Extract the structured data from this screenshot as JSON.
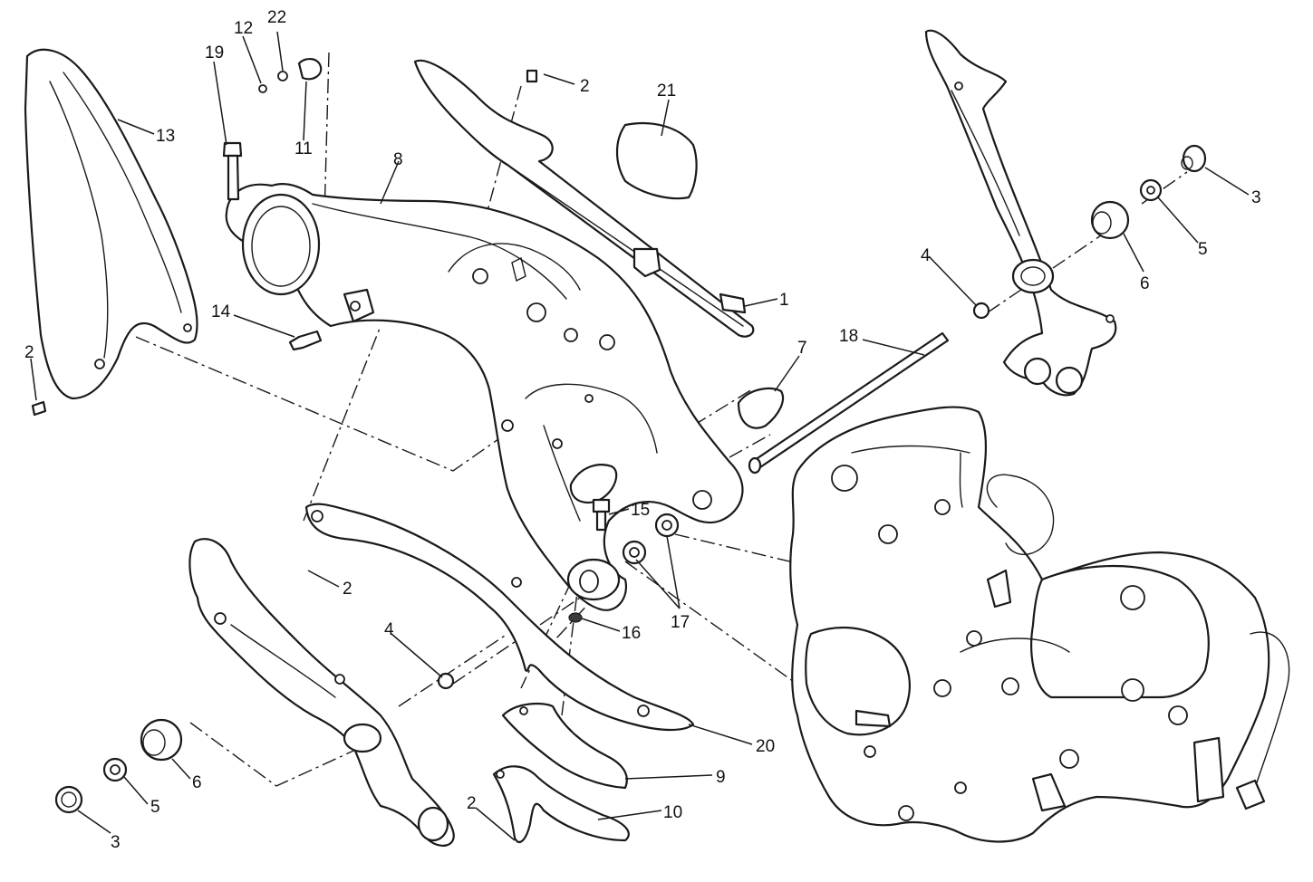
{
  "callouts": [
    {
      "id": "c13",
      "label": "13"
    },
    {
      "id": "c19",
      "label": "19"
    },
    {
      "id": "c12",
      "label": "12"
    },
    {
      "id": "c22",
      "label": "22"
    },
    {
      "id": "c11",
      "label": "11"
    },
    {
      "id": "c8",
      "label": "8"
    },
    {
      "id": "c2a",
      "label": "2"
    },
    {
      "id": "c21",
      "label": "21"
    },
    {
      "id": "c1",
      "label": "1"
    },
    {
      "id": "c14",
      "label": "14"
    },
    {
      "id": "c2b",
      "label": "2"
    },
    {
      "id": "c3a",
      "label": "3"
    },
    {
      "id": "c5a",
      "label": "5"
    },
    {
      "id": "c6a",
      "label": "6"
    },
    {
      "id": "c4a",
      "label": "4"
    },
    {
      "id": "c7",
      "label": "7"
    },
    {
      "id": "c18",
      "label": "18"
    },
    {
      "id": "c15",
      "label": "15"
    },
    {
      "id": "c17",
      "label": "17"
    },
    {
      "id": "c16",
      "label": "16"
    },
    {
      "id": "c2c",
      "label": "2"
    },
    {
      "id": "c4b",
      "label": "4"
    },
    {
      "id": "c20",
      "label": "20"
    },
    {
      "id": "c9",
      "label": "9"
    },
    {
      "id": "c10",
      "label": "10"
    },
    {
      "id": "c2d",
      "label": "2"
    },
    {
      "id": "c6b",
      "label": "6"
    },
    {
      "id": "c5b",
      "label": "5"
    },
    {
      "id": "c3b",
      "label": "3"
    }
  ]
}
